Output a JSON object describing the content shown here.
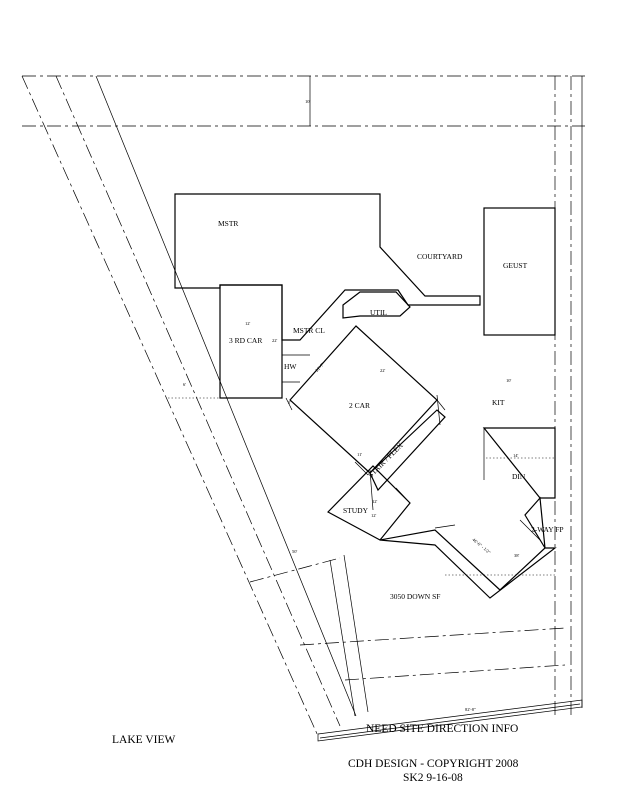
{
  "rooms": {
    "mstr": "MSTR",
    "courtyard": "COURTYARD",
    "guest": "GEUST",
    "util": "UTIL",
    "third_car": "3 RD CAR",
    "mstr_cl": "MSTR CL",
    "hw": "HW",
    "two_car": "2 CAR",
    "kit": "KIT",
    "din": "DIN",
    "stair_flex": "STAIR / FLEX",
    "study": "STUDY",
    "two_way_fp": "2-WAY FP",
    "down_sf": "3050 DOWN SF"
  },
  "dimensions": {
    "top": "10'",
    "garage3_width": "12'",
    "garage3_depth": "22'",
    "car2_width": "21'-7\"",
    "car2_depth": "22'",
    "setback_left": "6'",
    "din_width": "14'",
    "study_a": "12'",
    "study_b": "12'",
    "fp_run": "46'-6\" - 1/2\"",
    "fp_short": "38'",
    "kit_small": "10'",
    "left_band": "50'",
    "bottom": "82'-8\"",
    "small_a": "11'",
    "small_b": "5'"
  },
  "notes": {
    "lake_view": "LAKE VIEW",
    "site_direction": "NEED SITE DIRECTION INFO",
    "copyright": "CDH DESIGN - COPYRIGHT 2008",
    "sheet": "SK2 9-16-08"
  }
}
